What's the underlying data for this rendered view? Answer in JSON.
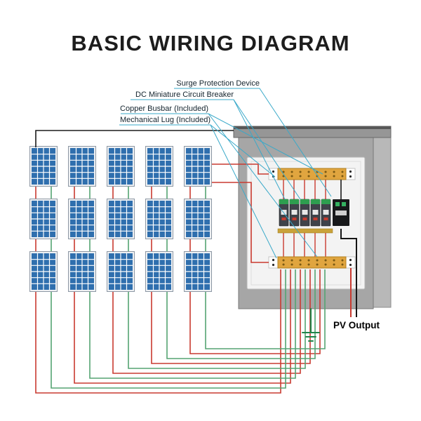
{
  "title": "BASIC WIRING DIAGRAM",
  "callouts": {
    "surge_protection": "Surge Protection Device",
    "dc_breaker": "DC Miniature Circuit Breaker",
    "copper_busbar": "Copper Busbar (Included)",
    "mechanical_lug": "Mechanical Lug (Included)"
  },
  "output_label": "PV Output",
  "panel_array": {
    "rows": 3,
    "columns": 5
  },
  "colors": {
    "wire_red": "#c93a30",
    "wire_green": "#55a472",
    "wire_black": "#1b1b1b",
    "callout_line": "#3aa9c9",
    "ground_green": "#1e8449",
    "panel_cell_blue": "#2f6fae",
    "busbar_orange": "#e0a53f",
    "breaker_green": "#2e9e4f",
    "enclosure_gray": "#a6a6a6"
  }
}
